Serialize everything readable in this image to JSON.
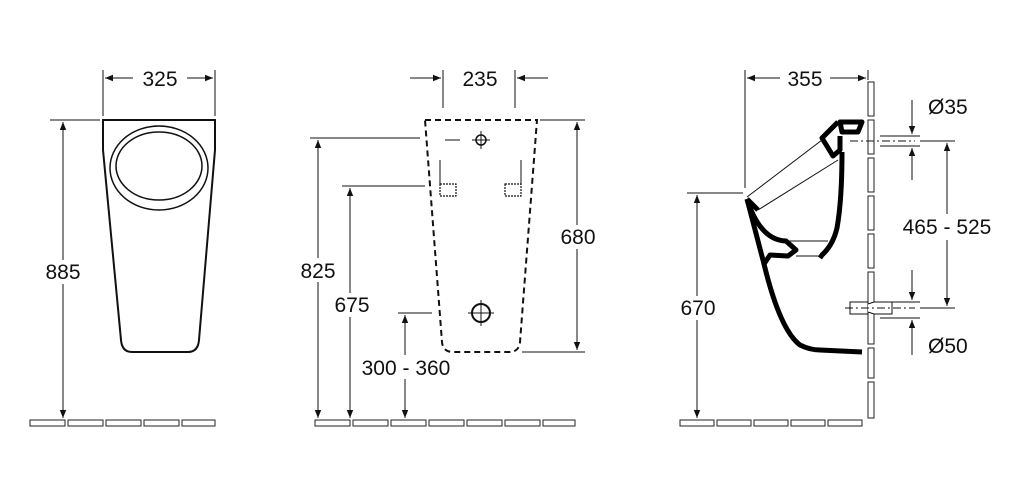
{
  "front_view": {
    "width_label": "325",
    "height_label": "885"
  },
  "rear_view": {
    "width_label": "235",
    "height_680": "680",
    "height_825": "825",
    "height_675": "675",
    "height_outlet": "300 - 360"
  },
  "side_view": {
    "depth_label": "355",
    "height_670": "670",
    "inlet_diameter": "Ø35",
    "inlet_outlet_span": "465 - 525",
    "outlet_diameter": "Ø50"
  },
  "colors": {
    "line": "#111111",
    "background": "#ffffff"
  }
}
